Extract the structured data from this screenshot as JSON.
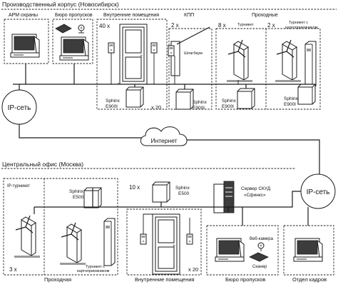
{
  "sections": {
    "top_title": "Производственный корпус (Новосибирск)",
    "bottom_title": "Центральный офис (Москва)"
  },
  "top": {
    "arm_label": "АРМ охраны",
    "bureau_label": "Бюро пропусков",
    "internal_label": "Внутренние помещения",
    "kpp_label": "КПП",
    "entrances_label": "Проходные",
    "count_40": "40 x",
    "count_2a": "2 x",
    "count_8": "8 x",
    "count_2b": "2 x",
    "count_20": "x 20",
    "turnstile_label": "Турникет",
    "turnstile_cr_label_1": "Турникет с",
    "turnstile_cr_label_2": "картоприемником",
    "barrier_label": "Шлагбаум",
    "sphinx_1": "Sphinx",
    "e900": "E900I"
  },
  "network": {
    "ip_left": "IP-сеть",
    "ip_right": "IP-сеть",
    "internet": "Интернет"
  },
  "bottom": {
    "ip_turnstile_label": "IP-турникет",
    "sphinx": "Sphinx",
    "e500": "E500",
    "count_10": "10 x",
    "count_3": "3 x",
    "count_20": "x 20",
    "turnstile_cr_label_1": "Турникет с",
    "turnstile_cr_label_2": "картоприемником",
    "server_label_1": "Сервер СКУД",
    "server_label_2": "«Сфинкс»",
    "webcam_label": "Веб-камера",
    "scanner_label": "Сканер",
    "entrance_label": "Проходная",
    "internal_label": "Внутренние помещения",
    "bureau_label": "Бюро пропусков",
    "hr_label": "Отдел кадров"
  }
}
